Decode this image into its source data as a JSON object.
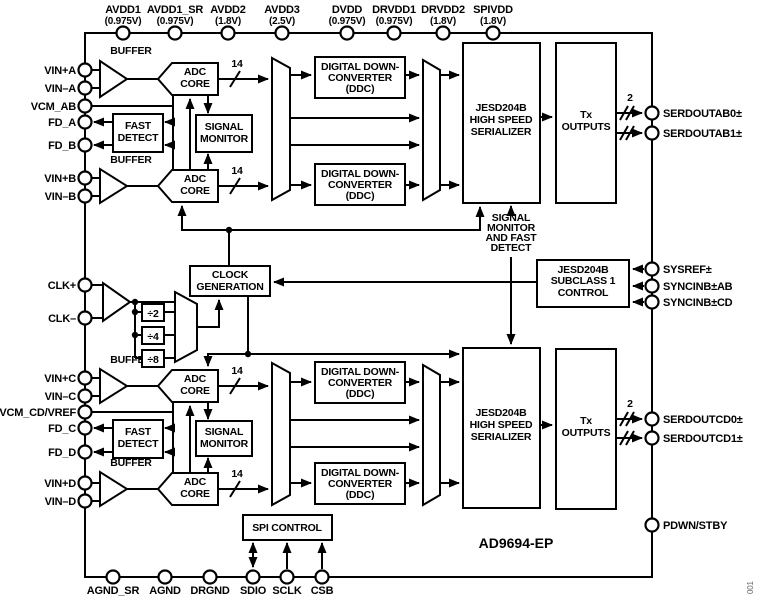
{
  "title_block": {
    "part_number": "AD9694-EP",
    "figure_number": "001"
  },
  "pins": {
    "top": [
      {
        "name": "AVDD1",
        "voltage": "(0.975V)"
      },
      {
        "name": "AVDD1_SR",
        "voltage": "(0.975V)"
      },
      {
        "name": "AVDD2",
        "voltage": "(1.8V)"
      },
      {
        "name": "AVDD3",
        "voltage": "(2.5V)"
      },
      {
        "name": "DVDD",
        "voltage": "(0.975V)"
      },
      {
        "name": "DRVDD1",
        "voltage": "(0.975V)"
      },
      {
        "name": "DRVDD2",
        "voltage": "(1.8V)"
      },
      {
        "name": "SPIVDD",
        "voltage": "(1.8V)"
      }
    ],
    "left": [
      "VIN+A",
      "VIN–A",
      "VCM_AB",
      "FD_A",
      "FD_B",
      "VIN+B",
      "VIN–B",
      "CLK+",
      "CLK–",
      "VIN+C",
      "VIN–C",
      "VCM_CD/VREF",
      "FD_C",
      "FD_D",
      "VIN+D",
      "VIN–D"
    ],
    "right": [
      "SERDOUTAB0±",
      "SERDOUTAB1±",
      "SYSREF±",
      "SYNCINB±AB",
      "SYNCINB±CD",
      "SERDOUTCD0±",
      "SERDOUTCD1±",
      "PDWN/STBY"
    ],
    "bottom": [
      "AGND_SR",
      "AGND",
      "DRGND",
      "SDIO",
      "SCLK",
      "CSB"
    ]
  },
  "blocks": {
    "buffer": "BUFFER",
    "adc_core_line1": "ADC",
    "adc_core_line2": "CORE",
    "fast_detect_line1": "FAST",
    "fast_detect_line2": "DETECT",
    "signal_monitor_line1": "SIGNAL",
    "signal_monitor_line2": "MONITOR",
    "ddc_line1": "DIGITAL DOWN-",
    "ddc_line2": "CONVERTER",
    "ddc_line3": "(DDC)",
    "serializer_line1": "JESD204B",
    "serializer_line2": "HIGH SPEED",
    "serializer_line3": "SERIALIZER",
    "tx_line1": "Tx",
    "tx_line2": "OUTPUTS",
    "clock_gen_line1": "CLOCK",
    "clock_gen_line2": "GENERATION",
    "div2": "÷2",
    "div4": "÷4",
    "div8": "÷8",
    "subclass_line1": "JESD204B",
    "subclass_line2": "SUBCLASS 1",
    "subclass_line3": "CONTROL",
    "spi_control": "SPI CONTROL",
    "smfd_line1": "SIGNAL",
    "smfd_line2": "MONITOR",
    "smfd_line3": "AND FAST",
    "smfd_line4": "DETECT"
  },
  "bus_labels": {
    "adc_bits": "14",
    "serdes_lanes": "2"
  },
  "colors": {
    "line": "#000000",
    "background": "#ffffff"
  }
}
